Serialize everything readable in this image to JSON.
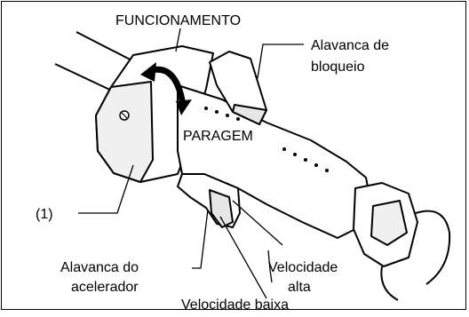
{
  "labels": {
    "funcionamento": "FUNCIONAMENTO",
    "alavanca_bloqueio_1": "Alavanca de",
    "alavanca_bloqueio_2": "bloqueio",
    "paragem": "PARAGEM",
    "callout_1": "(1)",
    "alavanca_acelerador_1": "Alavanca do",
    "alavanca_acelerador_2": "acelerador",
    "velocidade_alta_1": "Velocidade",
    "velocidade_alta_2": "alta",
    "velocidade_baixa": "Velocidade baixa"
  },
  "colors": {
    "line": "#000000",
    "background": "#ffffff",
    "shade": "#d9d9d9"
  }
}
